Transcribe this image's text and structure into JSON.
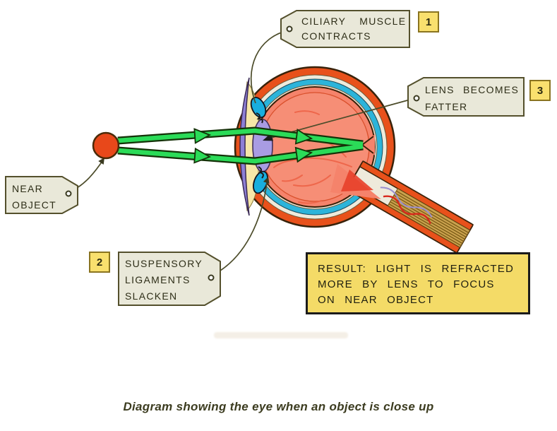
{
  "figure": {
    "caption": "Diagram showing the eye when an object is close up"
  },
  "tags": {
    "ciliary": {
      "lines": [
        "CILIARY MUSCLE",
        "CONTRACTS"
      ],
      "number": "1"
    },
    "lens": {
      "lines": [
        "LENS BECOMES",
        "FATTER"
      ],
      "number": "3"
    },
    "near_object": {
      "lines": [
        "NEAR",
        "OBJECT"
      ]
    },
    "suspensory": {
      "lines": [
        "SUSPENSORY",
        "LIGAMENTS",
        "SLACKEN"
      ],
      "number": "2"
    }
  },
  "result_box": {
    "lines": [
      "RESULT: LIGHT IS REFRACTED",
      "MORE BY LENS TO FOCUS",
      "ON NEAR OBJECT"
    ]
  },
  "colors": {
    "ray_green": "#2bdb58",
    "ray_outline": "#143208",
    "object_red": "#e8481a",
    "sclera_orange": "#e8511b",
    "choroid_cyan": "#2cb4da",
    "ring_cream": "#eeeadb",
    "interior_salmon": "#f5836b",
    "interior_inner": "#f68e76",
    "vessel_red": "#ee6347",
    "lens_purple": "#a99ce3",
    "cornea_purple": "#8d7fd6",
    "aqueous_yellow": "#f6e7a8",
    "ciliary_cyan": "#18aede",
    "nerve_tan": "#caa24e",
    "tag_fill": "#e9e8d9",
    "tag_border": "#54502c",
    "badge_yellow": "#f9e06e",
    "note_yellow": "#f4db67"
  }
}
